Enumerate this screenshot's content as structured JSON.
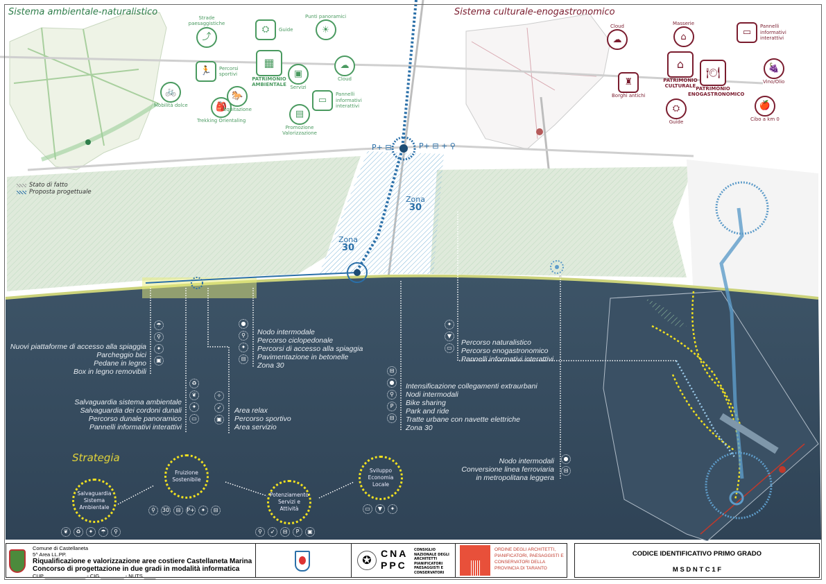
{
  "left_panel": {
    "title": "Sistema ambientale-naturalistico",
    "nodes": [
      {
        "label": "Strade paesaggistiche",
        "icon": "road-sign-icon",
        "glyph": "⤴"
      },
      {
        "label": "Guide",
        "icon": "guide-icon",
        "glyph": "⛭"
      },
      {
        "label": "Punti panoramici",
        "icon": "panorama-icon",
        "glyph": "☀"
      },
      {
        "label": "Percorsi sportivi",
        "icon": "runner-icon",
        "glyph": "🏃"
      },
      {
        "label": "PATRIMONIO AMBIENTALE",
        "icon": "map-icon",
        "glyph": "▦"
      },
      {
        "label": "Servizi",
        "icon": "box-icon",
        "glyph": "▣"
      },
      {
        "label": "Cloud",
        "icon": "cloud-icon",
        "glyph": "☁"
      },
      {
        "label": "Mobilità dolce",
        "icon": "bicycle-icon",
        "glyph": "🚲"
      },
      {
        "label": "Trekking Orientaling",
        "icon": "backpack-icon",
        "glyph": "🎒"
      },
      {
        "label": "Equitazione",
        "icon": "horse-icon",
        "glyph": "🐎"
      },
      {
        "label": "Promozione Valorizzazione",
        "icon": "brochure-icon",
        "glyph": "▤"
      },
      {
        "label": "Pannelli informativi interattivi",
        "icon": "info-panel-icon",
        "glyph": "▭"
      }
    ]
  },
  "right_panel": {
    "title": "Sistema culturale-enogastronomico",
    "nodes": [
      {
        "label": "Cloud",
        "icon": "cloud-icon",
        "glyph": "☁"
      },
      {
        "label": "Masserie",
        "icon": "farmhouse-icon",
        "glyph": "⌂"
      },
      {
        "label": "Pannelli informativi interattivi",
        "icon": "info-panel-icon",
        "glyph": "▭"
      },
      {
        "label": "PATRIMONIO CULTURALE",
        "icon": "houses-icon",
        "glyph": "⌂"
      },
      {
        "label": "Borghi antichi",
        "icon": "village-icon",
        "glyph": "♜"
      },
      {
        "label": "PATRIMONIO ENOGASTRONOMICO",
        "icon": "plate-icon",
        "glyph": "🍽"
      },
      {
        "label": "Vino/Olio",
        "icon": "grapes-icon",
        "glyph": "🍇"
      },
      {
        "label": "Guide",
        "icon": "guide-icon",
        "glyph": "⛭"
      },
      {
        "label": "Cibo a km 0",
        "icon": "apple-icon",
        "glyph": "🍎"
      }
    ]
  },
  "legend": {
    "existing": "Stato di fatto",
    "proposal": "Proposta progettuale"
  },
  "map_labels": {
    "zona_word": "Zona",
    "zona_num": "30",
    "park_ride_1": "P+",
    "park_ride_2": "P+",
    "plus": "+"
  },
  "annotations": {
    "beach": [
      "Nuovi piattaforme di accesso alla spiaggia",
      "Parcheggio bici",
      "Pedane in legno",
      "Box in legno removibili"
    ],
    "node": [
      "Nodo intermodale",
      "Percorso ciclopedonale",
      "Percorsi di accesso alla spiaggia",
      "Pavimentazione in betonelle",
      "Zona 30"
    ],
    "dune": [
      "Salvaguardia sistema ambientale",
      "Salvaguardia dei cordoni dunali",
      "Percorso dunale panoramico",
      "Pannelli informativi interattivi"
    ],
    "relax": [
      "Area relax",
      "Percorso sportivo",
      "Area servizio"
    ],
    "nature": [
      "Percorso naturalistico",
      "Percorso enogastronomico",
      "Pannelli informativi interattivi"
    ],
    "mobility": [
      "Intensificazione collegamenti extraurbani",
      "Nodi intermodali",
      "Bike sharing",
      "Park and ride",
      "Tratte urbane con navette elettriche",
      "Zona 30"
    ],
    "rail": [
      "Nodo intermodali",
      "Conversione linea ferroviaria",
      "in metropolitana leggera"
    ]
  },
  "strategy": {
    "title": "Strategia",
    "items": [
      "Salvaguardia Sistema Ambientale",
      "Fruizione Sostenibile",
      "Potenziamento Servizi e Attività",
      "Sviluppo Economia Locale"
    ],
    "icon_30": "30",
    "icon_pr": "P+"
  },
  "footer": {
    "municipality": "Comune di Castellaneta",
    "area": "5^ Area LL.PP.",
    "project": "Riqualificazione e valorizzazione aree costiere Castellaneta Marina",
    "contest": "Concorso di progettazione in due gradi in modalità informatica",
    "codes": "CUP ______________ - CIG ________ - NUTS ____",
    "cnappc_letters": "CNA PPC",
    "cnappc_text": "CONSIGLIO NAZIONALE DEGLI ARCHITETTI PIANIFICATORI PAESAGGISTI E CONSERVATORI",
    "order_text": "ORDINE DEGLI ARCHITETTI, PIANIFICATORI, PAESAGGISTI E CONSERVATORI DELLA PROVINCIA DI TARANTO",
    "code_title": "CODICE IDENTIFICATIVO PRIMO GRADO",
    "code": "M S D N T C 1 F"
  },
  "colors": {
    "green": "#4a9a60",
    "maroon": "#7a1c2e",
    "sea": "#34495e",
    "yellow": "#f0e020",
    "blue": "#2a6fa8"
  }
}
